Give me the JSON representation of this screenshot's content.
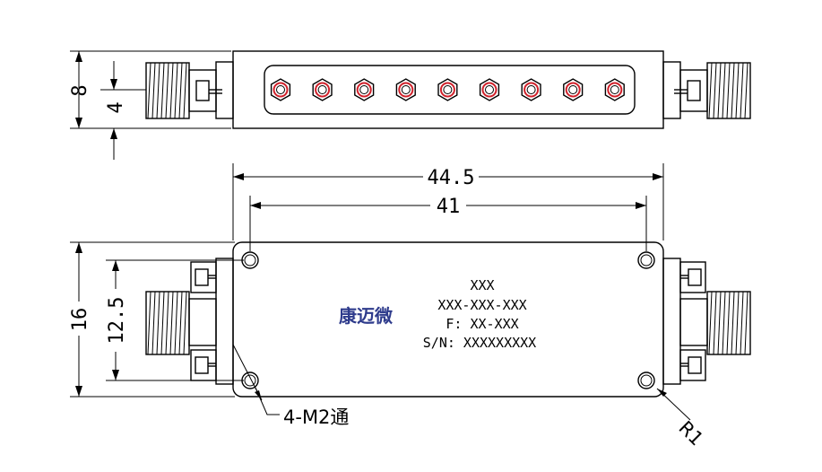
{
  "dimensions": {
    "side_height": "8",
    "side_center": "4",
    "overall_length": "44.5",
    "hole_spacing_x": "41",
    "overall_height": "16",
    "hole_spacing_y": "12.5"
  },
  "label": {
    "line1": "XXX",
    "line2": "XXX-XXX-XXX",
    "line3": "F: XX-XXX",
    "line4": "S/N: XXXXXXXXX"
  },
  "brand_text": "康迈微",
  "notes": {
    "holes": "4-M2通",
    "radius": "R1"
  },
  "colors": {
    "line": "#000000",
    "brand": "#2e3b8c",
    "screw_ring": "#d0202a"
  }
}
